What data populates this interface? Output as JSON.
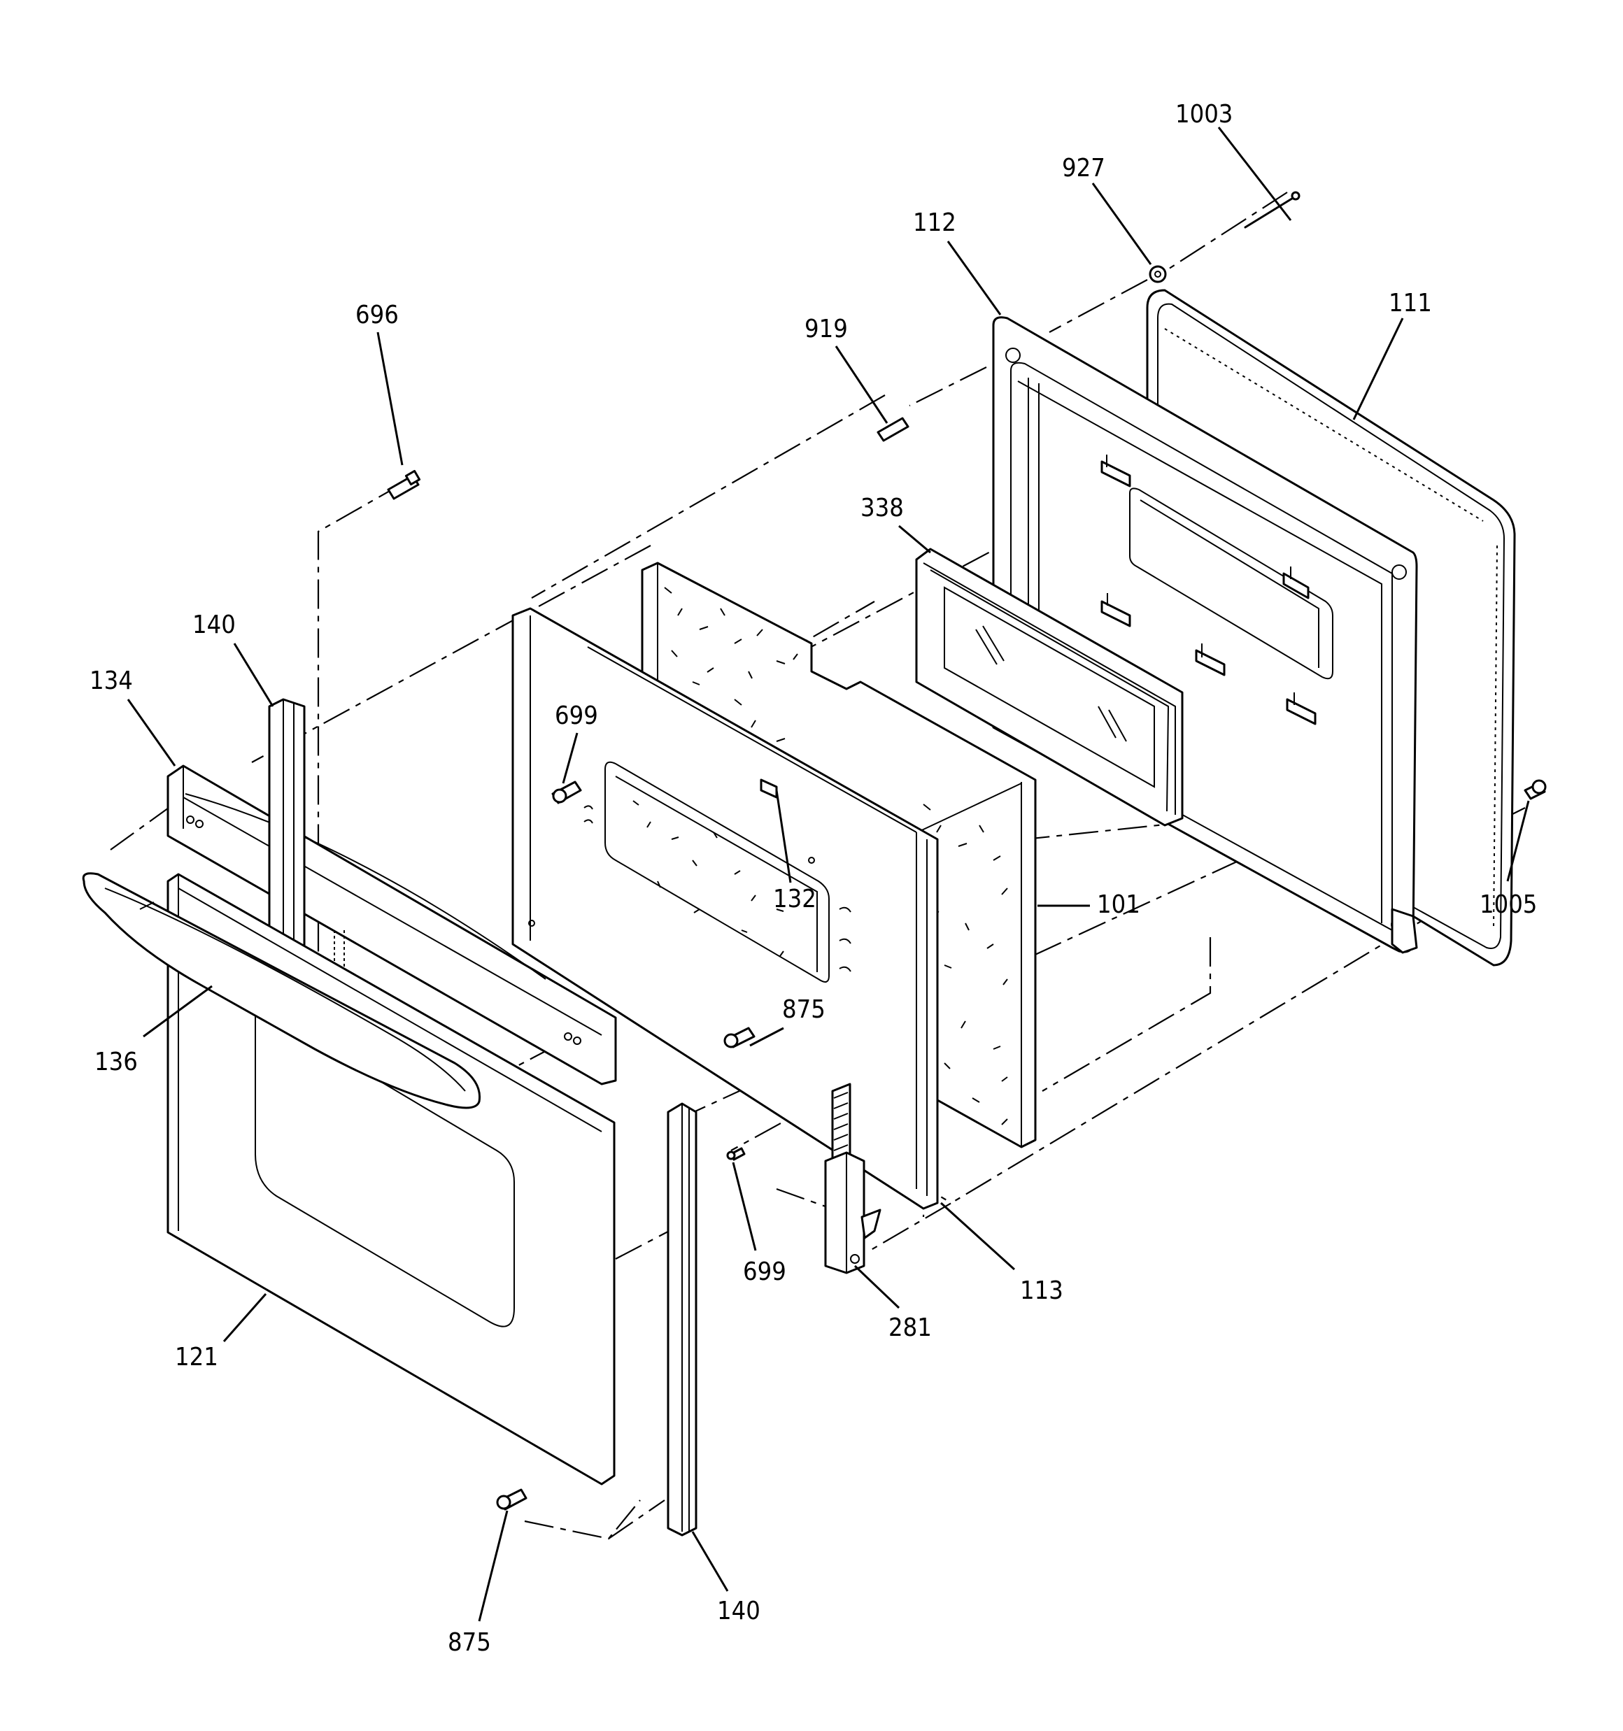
{
  "diagram": {
    "callouts": [
      {
        "id": "c1003",
        "text": "1003"
      },
      {
        "id": "c927",
        "text": "927"
      },
      {
        "id": "c112",
        "text": "112"
      },
      {
        "id": "c111",
        "text": "111"
      },
      {
        "id": "c696",
        "text": "696"
      },
      {
        "id": "c919",
        "text": "919"
      },
      {
        "id": "c338",
        "text": "338"
      },
      {
        "id": "c140a",
        "text": "140"
      },
      {
        "id": "c134",
        "text": "134"
      },
      {
        "id": "c699a",
        "text": "699"
      },
      {
        "id": "c132",
        "text": "132"
      },
      {
        "id": "c101",
        "text": "101"
      },
      {
        "id": "c1005",
        "text": "1005"
      },
      {
        "id": "c136",
        "text": "136"
      },
      {
        "id": "c875a",
        "text": "875"
      },
      {
        "id": "c699b",
        "text": "699"
      },
      {
        "id": "c113",
        "text": "113"
      },
      {
        "id": "c281",
        "text": "281"
      },
      {
        "id": "c121",
        "text": "121"
      },
      {
        "id": "c140b",
        "text": "140"
      },
      {
        "id": "c875b",
        "text": "875"
      }
    ]
  }
}
